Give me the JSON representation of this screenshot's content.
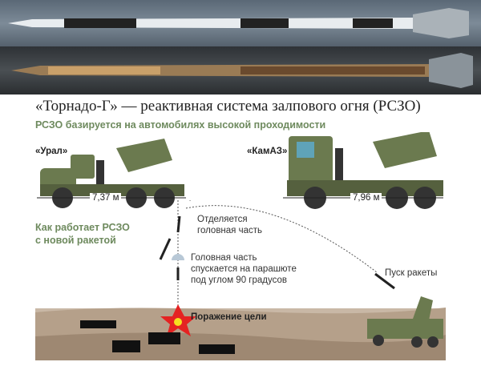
{
  "title": "«Торнадо-Г» — реактивная система залпового огня (РСЗО)",
  "subtitle": "РСЗО базируется на автомобилях высокой проходимости",
  "vehicles": [
    {
      "name": "«Урал»",
      "length": "7,37 м"
    },
    {
      "name": "«КамАЗ»",
      "length": "7,96 м"
    }
  ],
  "how_it_works": {
    "line1": "Как работает РСЗО",
    "line2": "с новой ракетой"
  },
  "steps": {
    "separation": {
      "line1": "Отделяется",
      "line2": "головная часть"
    },
    "parachute": {
      "line1": "Головная часть",
      "line2": "спускается на парашюте",
      "line3": "под углом 90 градусов"
    },
    "impact": "Поражение цели",
    "launch": "Пуск ракеты"
  },
  "colors": {
    "accent": "#6e8a5e",
    "vehicle": "#6b7a4f",
    "ground": "#c9b8a6"
  }
}
